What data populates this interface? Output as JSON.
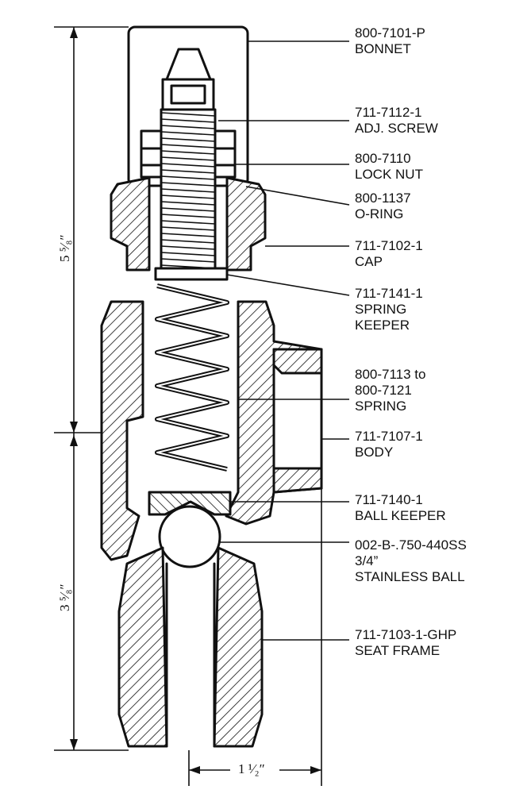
{
  "callouts": [
    {
      "lines": [
        "800-7101-P",
        "BONNET"
      ]
    },
    {
      "lines": [
        "711-7112-1",
        "ADJ. SCREW"
      ]
    },
    {
      "lines": [
        "800-7110",
        "LOCK NUT"
      ]
    },
    {
      "lines": [
        "800-1137",
        "O-RING"
      ]
    },
    {
      "lines": [
        "711-7102-1",
        "CAP"
      ]
    },
    {
      "lines": [
        "711-7141-1",
        "SPRING",
        "KEEPER"
      ]
    },
    {
      "lines": [
        "800-7113 to",
        "800-7121",
        "SPRING"
      ]
    },
    {
      "lines": [
        "711-7107-1",
        "BODY"
      ]
    },
    {
      "lines": [
        "711-7140-1",
        "BALL KEEPER"
      ]
    },
    {
      "lines": [
        "002-B-.750-440SS",
        "3/4”",
        "STAINLESS BALL"
      ]
    },
    {
      "lines": [
        "711-7103-1-GHP",
        "SEAT FRAME"
      ]
    }
  ],
  "dimensions": {
    "upper_height": "5 ⁵⁄₈″",
    "lower_height": "3 ⁵⁄₈″",
    "width": "1 ¹⁄₂″"
  }
}
